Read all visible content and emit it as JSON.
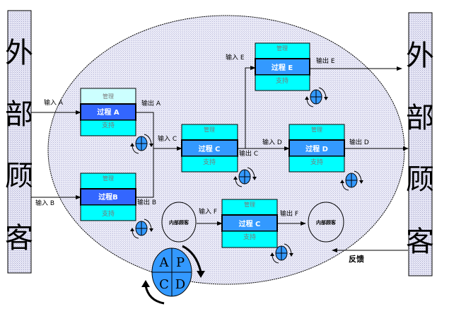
{
  "external_customer_left": [
    "外",
    "部",
    "顾",
    "客"
  ],
  "external_customer_right": [
    "外",
    "部",
    "顾",
    "客"
  ],
  "processes": {
    "A": {
      "management": "管理",
      "name": "过程 A",
      "support": "支持",
      "input": "输入 A",
      "output": "输出 A"
    },
    "B": {
      "management": "管理",
      "name": "过程B",
      "support": "支持",
      "input": "输入 B",
      "output": "输出 B"
    },
    "C": {
      "management": "管理",
      "name": "过程 C",
      "support": "支持",
      "input": "输入 C",
      "output": "输出 C"
    },
    "D": {
      "management": "管理",
      "name": "过程 D",
      "support": "支持",
      "input": "输入 D",
      "output": "输出 D"
    },
    "E": {
      "management": "管理",
      "name": "过程 E",
      "support": "支持",
      "input": "输入 E",
      "output": "输出 E"
    },
    "F": {
      "management": "管理",
      "name": "过程 C",
      "support": "支持",
      "input": "输入 F",
      "output": "输出 F"
    }
  },
  "internal_customer_left": "内部顾客",
  "internal_customer_right": "内部顾客",
  "feedback": "反馈",
  "pdca": {
    "a": "A",
    "p": "P",
    "c": "C",
    "d": "D"
  },
  "colors": {
    "ellipse_fill": "#e4e4f4",
    "side_fill": "#dcdcf0",
    "mgmt_light": "#ccffff",
    "cyan": "#00ffff",
    "proc_blue_dark": "#3366ff",
    "proc_blue": "#3399ff",
    "pdca_blue": "#3399ff"
  }
}
